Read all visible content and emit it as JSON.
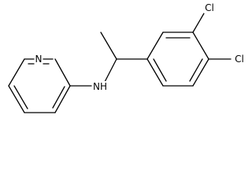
{
  "molecule": {
    "atoms": {
      "pyridine_n": "N",
      "amine_nh": "NH",
      "chloro_meta": "Cl",
      "chloro_para": "Cl"
    }
  }
}
